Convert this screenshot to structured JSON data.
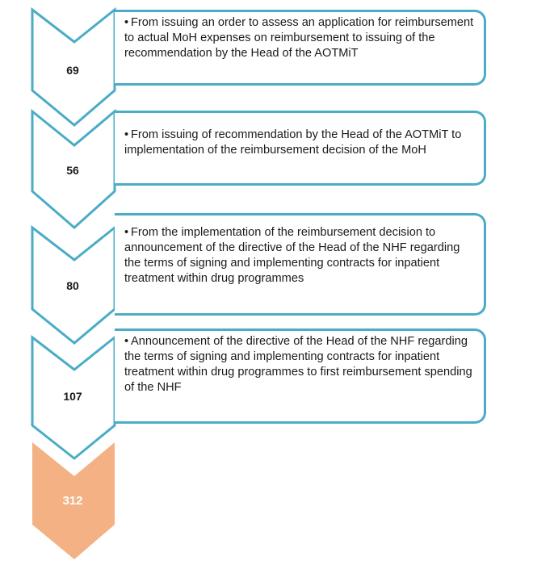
{
  "colors": {
    "step_border": "#4bacc6",
    "total_fill": "#f4b183",
    "total_text": "#ffffff"
  },
  "steps": [
    {
      "days": "69",
      "text": "From issuing an order to assess an application for reimbursement to actual MoH expenses on reimbursement to issuing of the recommendation by the Head of the AOTMiT"
    },
    {
      "days": "56",
      "text": "From issuing of recommendation by the Head of the AOTMiT to implementation of the reimbursement decision of the MoH"
    },
    {
      "days": "80",
      "text": "From the implementation of the reimbursement decision to announcement of the directive of the Head of the NHF regarding the terms of signing and implementing contracts for inpatient treatment within drug programmes"
    },
    {
      "days": "107",
      "text": "Announcement of the directive of the Head of the NHF regarding the terms of signing and implementing contracts for inpatient treatment within drug programmes to first reimbursement spending of the NHF"
    }
  ],
  "total": {
    "days": "312"
  }
}
